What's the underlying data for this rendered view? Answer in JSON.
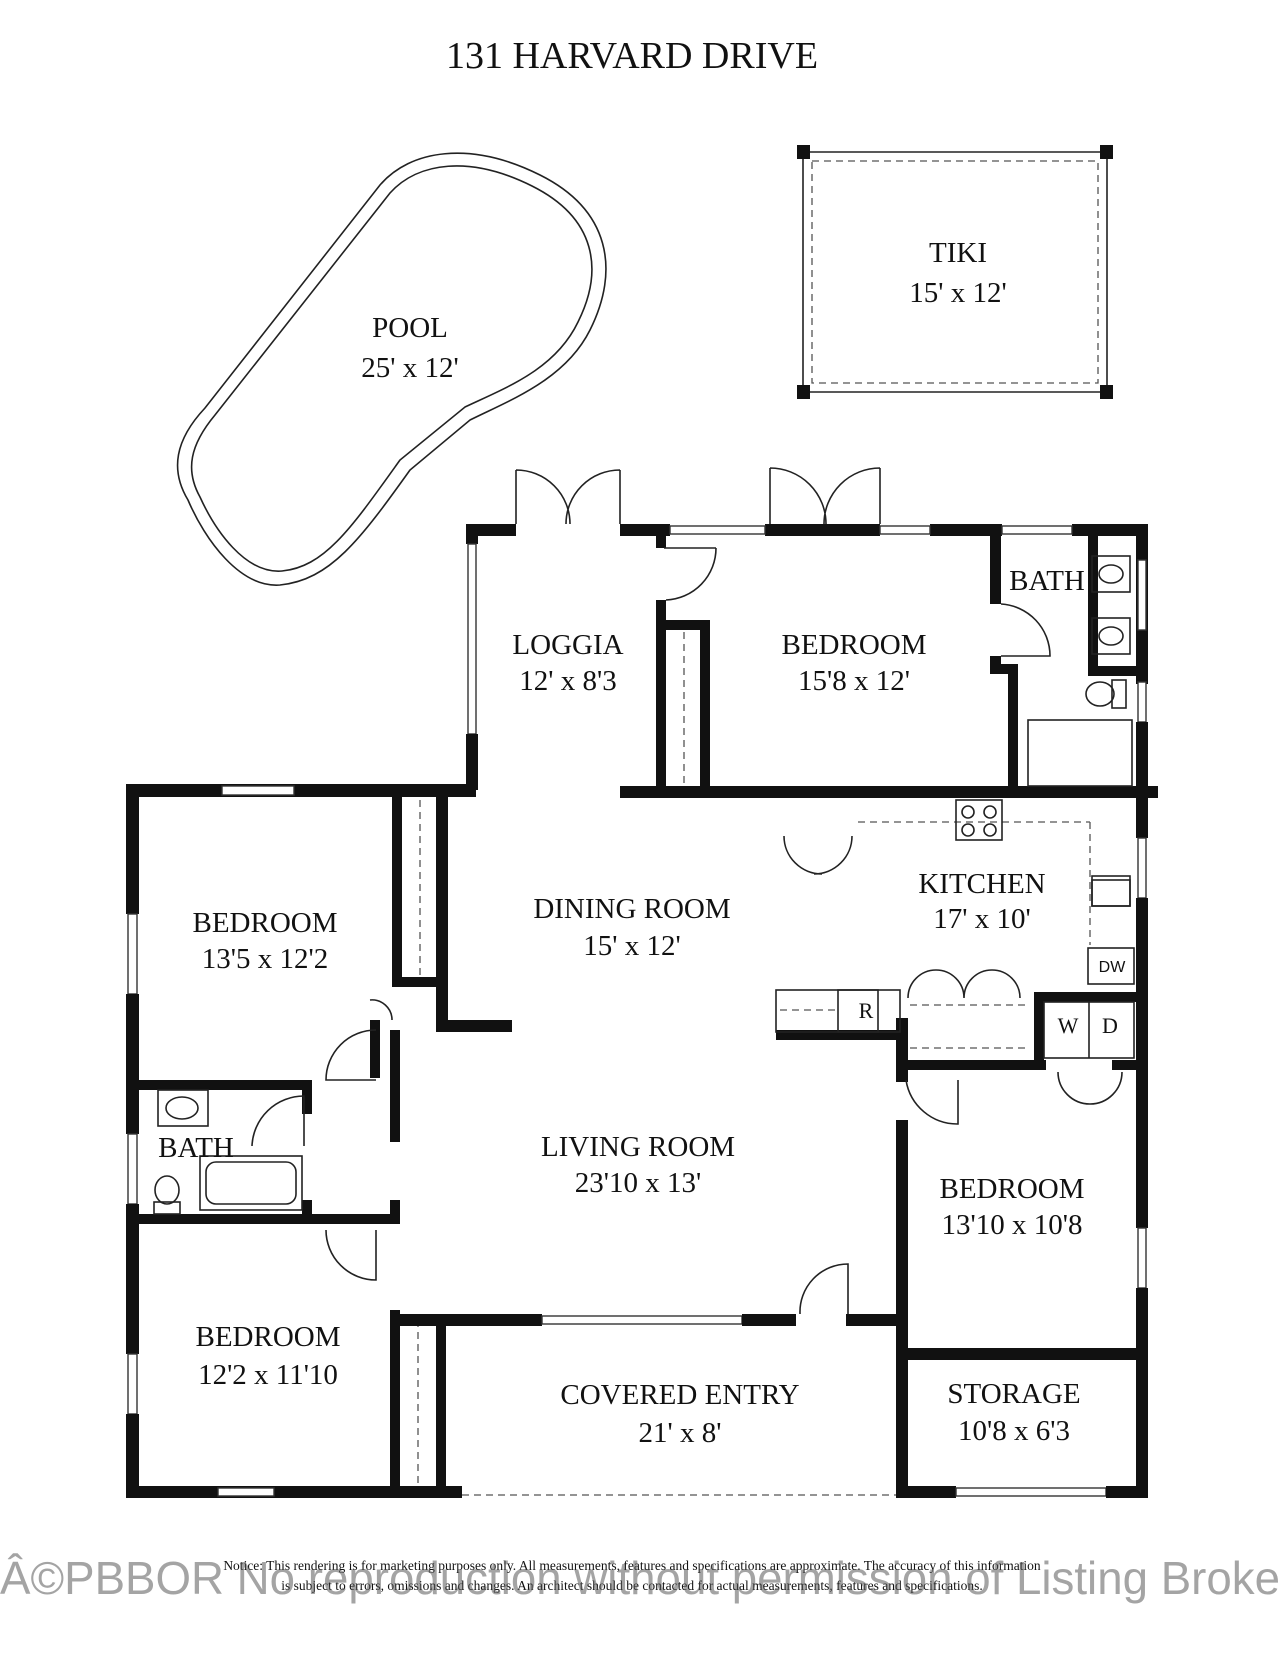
{
  "title": "131 HARVARD DRIVE",
  "rooms": {
    "pool": {
      "name": "POOL",
      "dims": "25' x 12'"
    },
    "tiki": {
      "name": "TIKI",
      "dims": "15' x 12'"
    },
    "loggia": {
      "name": "LOGGIA",
      "dims": "12' x 8'3"
    },
    "bedroom_main": {
      "name": "BEDROOM",
      "dims": "15'8 x 12'"
    },
    "bath_main": {
      "name": "BATH"
    },
    "bedroom_nw": {
      "name": "BEDROOM",
      "dims": "13'5 x 12'2"
    },
    "dining": {
      "name": "DINING ROOM",
      "dims": "15' x 12'"
    },
    "kitchen": {
      "name": "KITCHEN",
      "dims": "17' x 10'"
    },
    "bath_w": {
      "name": "BATH"
    },
    "living": {
      "name": "LIVING ROOM",
      "dims": "23'10 x 13'"
    },
    "bedroom_e": {
      "name": "BEDROOM",
      "dims": "13'10 x 10'8"
    },
    "bedroom_sw": {
      "name": "BEDROOM",
      "dims": "12'2 x 11'10"
    },
    "covered_entry": {
      "name": "COVERED ENTRY",
      "dims": "21' x 8'"
    },
    "storage": {
      "name": "STORAGE",
      "dims": "10'8 x 6'3"
    }
  },
  "fixtures": {
    "dishwasher": "DW",
    "refrigerator": "R",
    "washer": "W",
    "dryer": "D"
  },
  "watermark": "Â©PBBOR No reproduction without permission of Listing Broke",
  "notice": {
    "line1": "Notice: This rendering is for marketing purposes only. All measurements, features and specifications are approximate. The accuracy of this information",
    "line2": "is subject to errors, omissions and changes. An architect should be contacted for actual measurements, features and specifications."
  }
}
